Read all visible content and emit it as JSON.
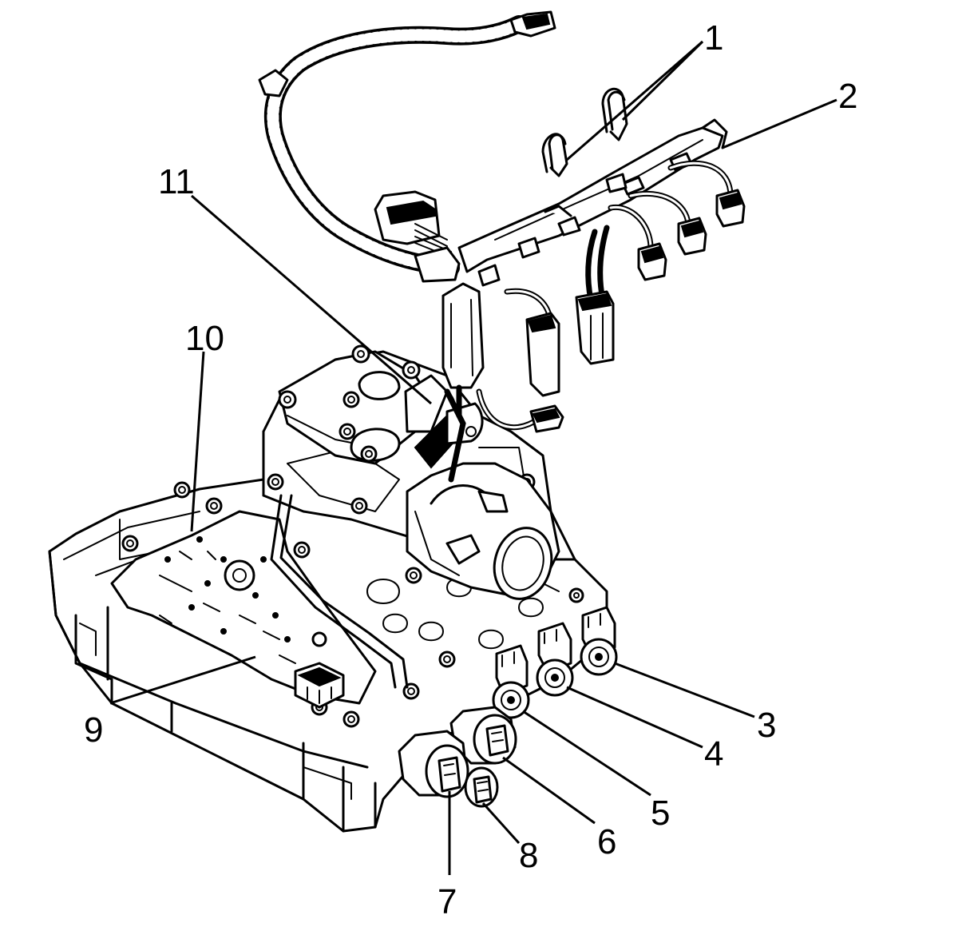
{
  "callouts": [
    {
      "id": "1",
      "label": "1"
    },
    {
      "id": "2",
      "label": "2"
    },
    {
      "id": "3",
      "label": "3"
    },
    {
      "id": "4",
      "label": "4"
    },
    {
      "id": "5",
      "label": "5"
    },
    {
      "id": "6",
      "label": "6"
    },
    {
      "id": "7",
      "label": "7"
    },
    {
      "id": "8",
      "label": "8"
    },
    {
      "id": "9",
      "label": "9"
    },
    {
      "id": "10",
      "label": "10"
    },
    {
      "id": "11",
      "label": "11"
    }
  ],
  "style": {
    "line_color": "#000000",
    "background": "#ffffff"
  }
}
